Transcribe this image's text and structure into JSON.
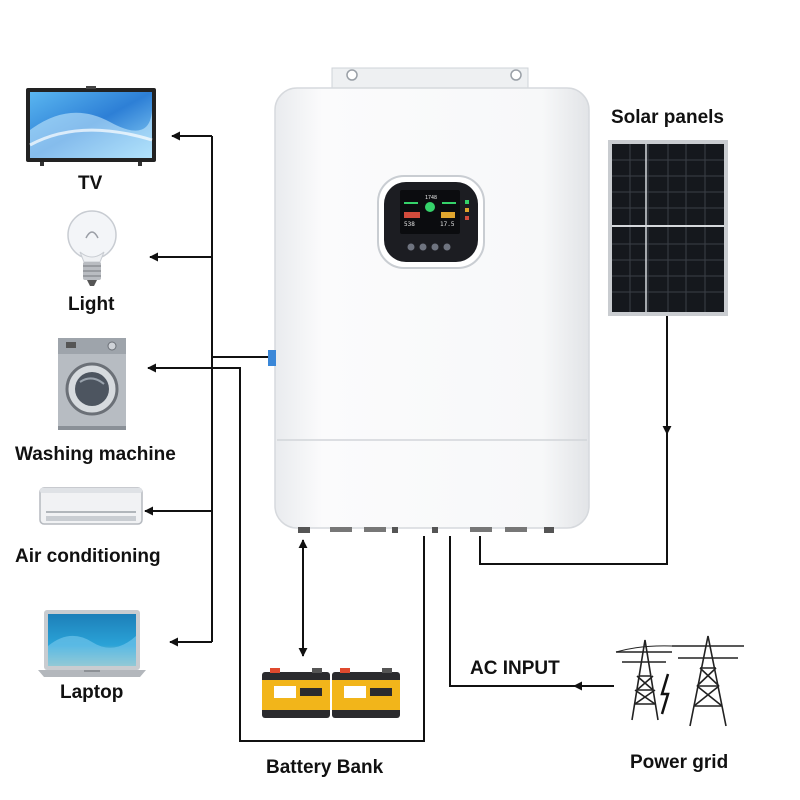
{
  "devices": {
    "tv": "TV",
    "light": "Light",
    "washing_machine": "Washing machine",
    "air_conditioning": "Air conditioning",
    "laptop": "Laptop"
  },
  "sources": {
    "solar_panels": "Solar panels",
    "battery_bank": "Battery Bank",
    "power_grid": "Power grid",
    "ac_input": "AC INPUT"
  },
  "inverter_display": {
    "reading_1": "538",
    "reading_2": "1748",
    "reading_3": "17.5"
  },
  "colors": {
    "wire": "#111111",
    "inverter_body": "#f4f5f6",
    "battery_yellow": "#f2b51a",
    "screen_green": "#35d26a"
  }
}
